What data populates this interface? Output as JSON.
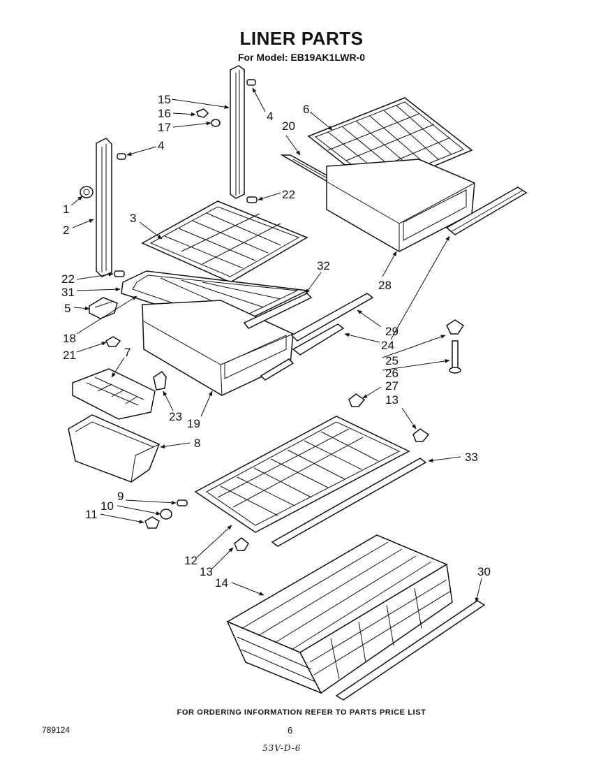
{
  "header": {
    "title": "LINER PARTS",
    "subtitle": "For Model: EB19AK1LWR-0"
  },
  "callouts": [
    {
      "id": "c1",
      "label": "1"
    },
    {
      "id": "c2",
      "label": "2"
    },
    {
      "id": "c3",
      "label": "3"
    },
    {
      "id": "c4a",
      "label": "4"
    },
    {
      "id": "c4b",
      "label": "4"
    },
    {
      "id": "c5",
      "label": "5"
    },
    {
      "id": "c6",
      "label": "6"
    },
    {
      "id": "c7",
      "label": "7"
    },
    {
      "id": "c8",
      "label": "8"
    },
    {
      "id": "c9",
      "label": "9"
    },
    {
      "id": "c10",
      "label": "10"
    },
    {
      "id": "c11",
      "label": "11"
    },
    {
      "id": "c12",
      "label": "12"
    },
    {
      "id": "c13a",
      "label": "13"
    },
    {
      "id": "c13b",
      "label": "13"
    },
    {
      "id": "c14",
      "label": "14"
    },
    {
      "id": "c15",
      "label": "15"
    },
    {
      "id": "c16",
      "label": "16"
    },
    {
      "id": "c17",
      "label": "17"
    },
    {
      "id": "c18",
      "label": "18"
    },
    {
      "id": "c19",
      "label": "19"
    },
    {
      "id": "c20",
      "label": "20"
    },
    {
      "id": "c21",
      "label": "21"
    },
    {
      "id": "c22a",
      "label": "22"
    },
    {
      "id": "c22b",
      "label": "22"
    },
    {
      "id": "c23",
      "label": "23"
    },
    {
      "id": "c24",
      "label": "24"
    },
    {
      "id": "c25",
      "label": "25"
    },
    {
      "id": "c26",
      "label": "26"
    },
    {
      "id": "c27",
      "label": "27"
    },
    {
      "id": "c28",
      "label": "28"
    },
    {
      "id": "c29",
      "label": "29"
    },
    {
      "id": "c30",
      "label": "30"
    },
    {
      "id": "c31",
      "label": "31"
    },
    {
      "id": "c32",
      "label": "32"
    },
    {
      "id": "c33",
      "label": "33"
    }
  ],
  "footer": {
    "note": "FOR ORDERING INFORMATION REFER TO PARTS PRICE LIST",
    "doc_number": "789124",
    "page_number": "6",
    "handwritten_code": "53V-D-6"
  }
}
